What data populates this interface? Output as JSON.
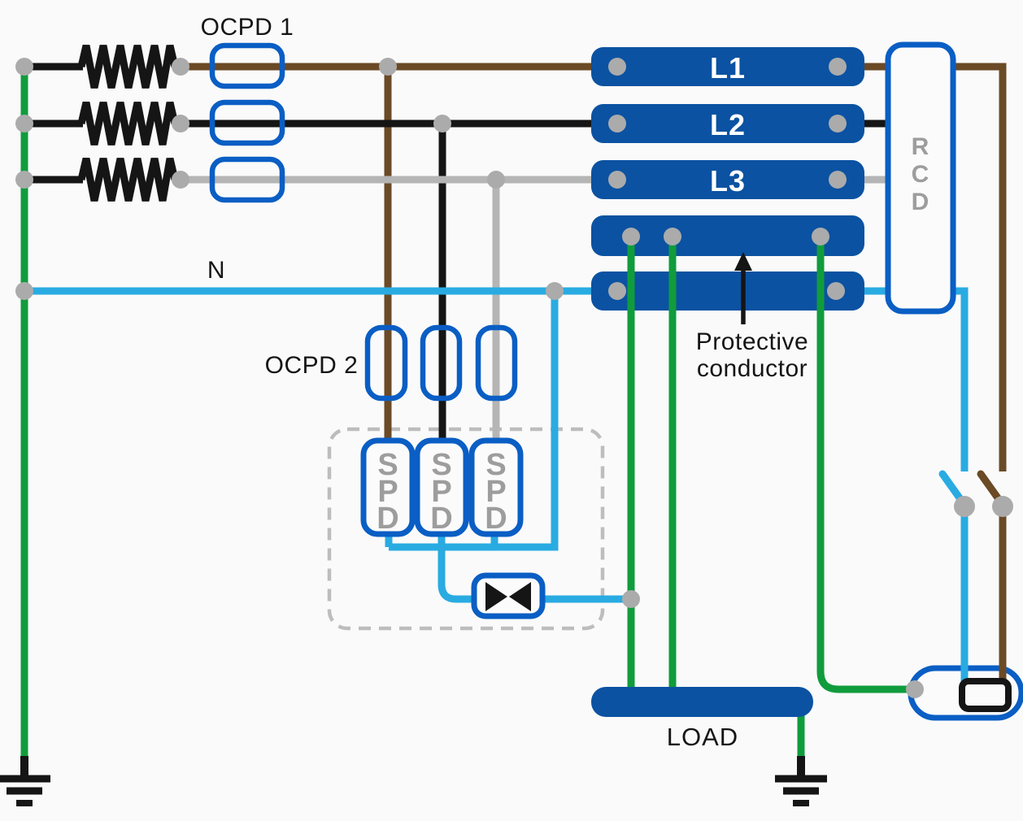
{
  "labels": {
    "ocpd1": "OCPD 1",
    "ocpd2": "OCPD 2",
    "neutral": "N",
    "protective_conductor_line1": "Protective",
    "protective_conductor_line2": "conductor",
    "load": "LOAD"
  },
  "busbars": {
    "l1": "L1",
    "l2": "L2",
    "l3": "L3"
  },
  "rcd": {
    "letters": [
      "R",
      "C",
      "D"
    ]
  },
  "spd": {
    "letters": [
      "S",
      "P",
      "D"
    ]
  },
  "colors": {
    "background": "#fafafa",
    "bus_blue": "#0b52a2",
    "device_border_blue": "#0a5ec4",
    "line_l1_brown": "#6b4a26",
    "line_l2_black": "#151515",
    "line_l3_gray": "#b5b5b5",
    "neutral_cyan": "#29abe2",
    "earth_green": "#109c3c",
    "junction_gray": "#ababab",
    "device_text_gray": "#9d9d9d",
    "dashed_gray": "#bdbdbd",
    "bus_label_white": "#ffffff"
  }
}
